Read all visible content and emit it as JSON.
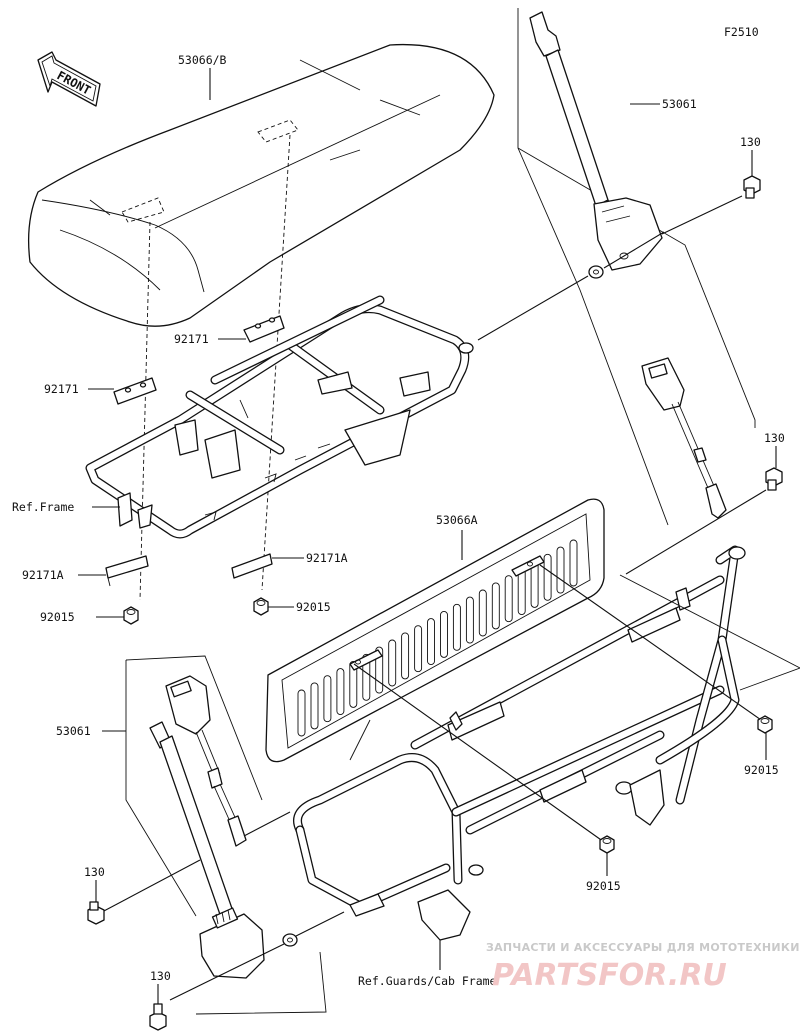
{
  "figure_code": "F2510",
  "front_arrow_text": "FRONT",
  "labels": {
    "seat_cushion": "53066/B",
    "seat_back": "53066A",
    "belt_right_upper": "53061",
    "belt_left_lower": "53061",
    "bolt_right_1": "130",
    "bolt_right_2": "130",
    "bolt_left_1": "130",
    "bolt_left_2": "130",
    "bracket_a": "92171",
    "bracket_b": "92171",
    "bracket_c": "92171A",
    "bracket_d": "92171A",
    "nut_a": "92015",
    "nut_b": "92015",
    "nut_c": "92015",
    "nut_d": "92015",
    "ref_frame": "Ref.Frame",
    "ref_guards": "Ref.Guards/Cab Frame"
  },
  "watermark": {
    "tagline": "ЗАПЧАСТИ И АКСЕССУАРЫ ДЛЯ МОТОТЕХНИКИ",
    "brand": "PARTSFOR.RU"
  },
  "colors": {
    "ink": "#111111",
    "watermark_text": "#c9c9c9",
    "watermark_brand": "#f2c6c6"
  }
}
